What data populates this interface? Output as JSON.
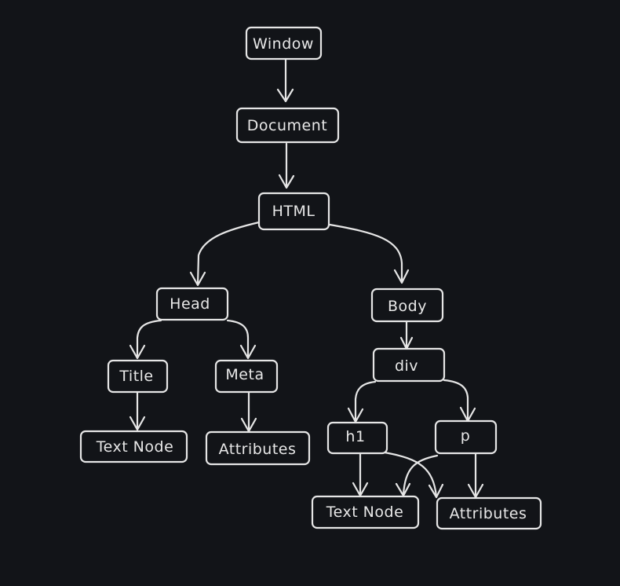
{
  "diagram": {
    "colors": {
      "background": "#121418",
      "stroke": "#e6e6e6",
      "text": "#e8e8e8"
    },
    "nodes": {
      "window": "Window",
      "document": "Document",
      "html": "HTML",
      "head": "Head",
      "body": "Body",
      "title": "Title",
      "meta": "Meta",
      "div": "div",
      "h1": "h1",
      "p": "p",
      "head_text_node": "Text Node",
      "head_attributes": "Attributes",
      "body_text_node": "Text Node",
      "body_attributes": "Attributes"
    },
    "edges": [
      {
        "from": "window",
        "to": "document"
      },
      {
        "from": "document",
        "to": "html"
      },
      {
        "from": "html",
        "to": "head"
      },
      {
        "from": "html",
        "to": "body"
      },
      {
        "from": "head",
        "to": "title"
      },
      {
        "from": "head",
        "to": "meta"
      },
      {
        "from": "title",
        "to": "head_text_node"
      },
      {
        "from": "meta",
        "to": "head_attributes"
      },
      {
        "from": "body",
        "to": "div"
      },
      {
        "from": "div",
        "to": "h1"
      },
      {
        "from": "div",
        "to": "p"
      },
      {
        "from": "h1",
        "to": "body_text_node"
      },
      {
        "from": "h1",
        "to": "body_attributes"
      },
      {
        "from": "p",
        "to": "body_text_node"
      },
      {
        "from": "p",
        "to": "body_attributes"
      }
    ]
  }
}
